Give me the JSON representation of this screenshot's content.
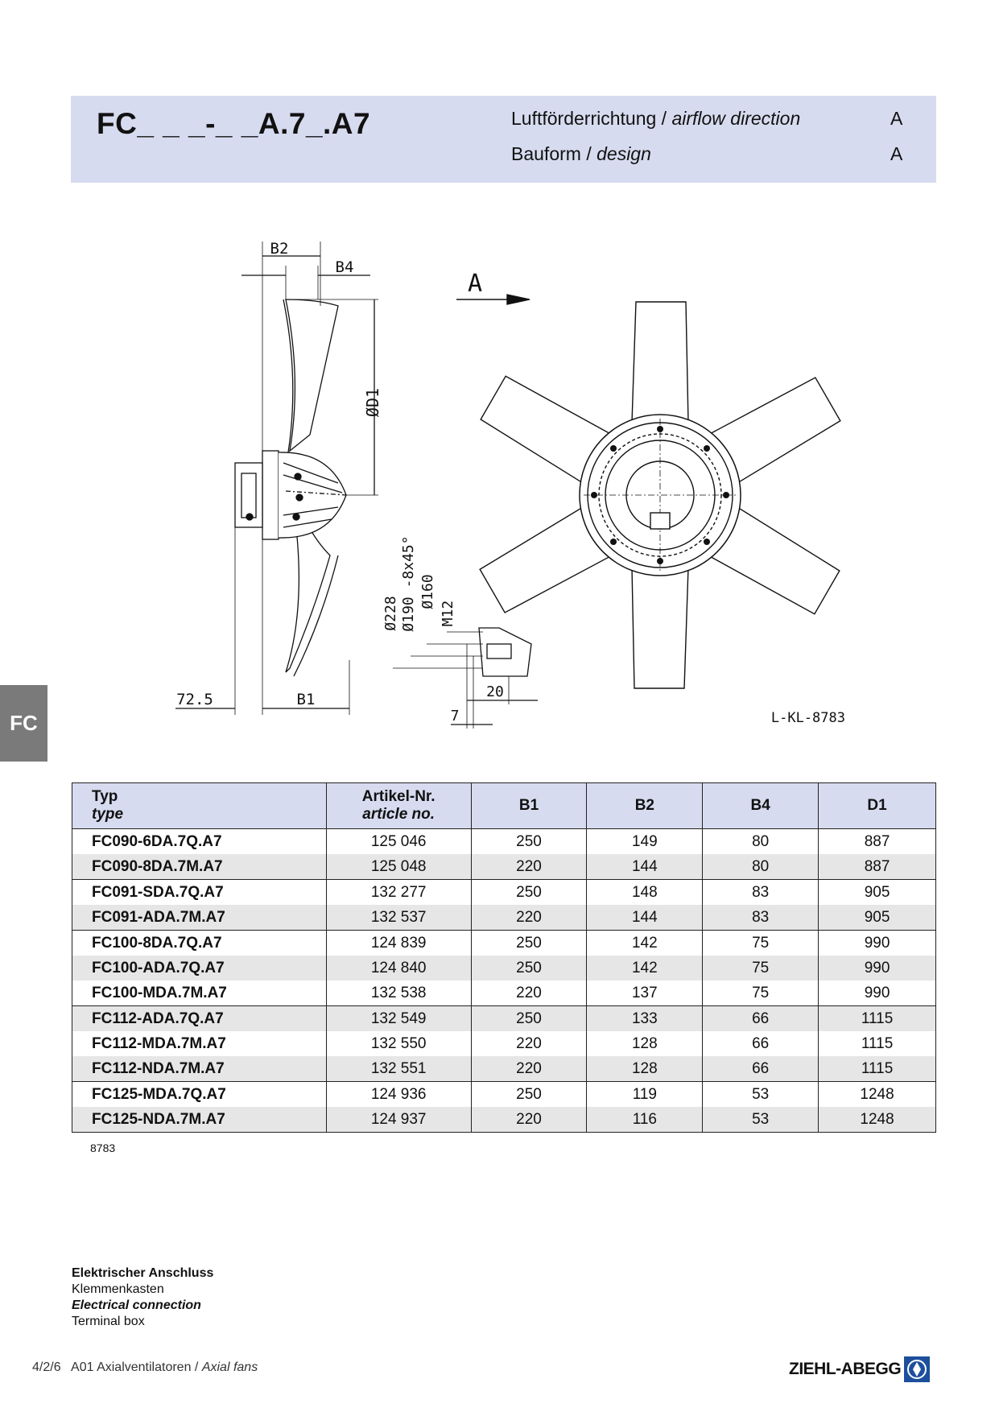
{
  "header": {
    "model_code": "FC_ _ _-_ _A.7_.A7",
    "airflow_label_de": "Luftförderrichtung /",
    "airflow_label_en": "airflow direction",
    "airflow_value": "A",
    "design_label_de": "Bauform /",
    "design_label_en": "design",
    "design_value": "A"
  },
  "side_tab": "FC",
  "drawing": {
    "labels": {
      "b2": "B2",
      "b4": "B4",
      "d1": "ØD1",
      "arrow": "A",
      "d228": "Ø228",
      "d190": "Ø190 -8x45°",
      "d160": "Ø160",
      "m12": "M12",
      "dim725": "72.5",
      "b1": "B1",
      "dim20": "20",
      "dim7": "7",
      "ref": "L-KL-8783"
    }
  },
  "table": {
    "headers": {
      "typ_de": "Typ",
      "typ_en": "type",
      "art_de": "Artikel-Nr.",
      "art_en": "article no.",
      "b1": "B1",
      "b2": "B2",
      "b4": "B4",
      "d1": "D1"
    },
    "rows": [
      {
        "type": "FC090-6DA.7Q.A7",
        "article": "125 046",
        "b1": "250",
        "b2": "149",
        "b4": "80",
        "d1": "887"
      },
      {
        "type": "FC090-8DA.7M.A7",
        "article": "125 048",
        "b1": "220",
        "b2": "144",
        "b4": "80",
        "d1": "887"
      },
      {
        "type": "FC091-SDA.7Q.A7",
        "article": "132 277",
        "b1": "250",
        "b2": "148",
        "b4": "83",
        "d1": "905"
      },
      {
        "type": "FC091-ADA.7M.A7",
        "article": "132 537",
        "b1": "220",
        "b2": "144",
        "b4": "83",
        "d1": "905"
      },
      {
        "type": "FC100-8DA.7Q.A7",
        "article": "124 839",
        "b1": "250",
        "b2": "142",
        "b4": "75",
        "d1": "990"
      },
      {
        "type": "FC100-ADA.7Q.A7",
        "article": "124 840",
        "b1": "250",
        "b2": "142",
        "b4": "75",
        "d1": "990"
      },
      {
        "type": "FC100-MDA.7M.A7",
        "article": "132 538",
        "b1": "220",
        "b2": "137",
        "b4": "75",
        "d1": "990"
      },
      {
        "type": "FC112-ADA.7Q.A7",
        "article": "132 549",
        "b1": "250",
        "b2": "133",
        "b4": "66",
        "d1": "1115"
      },
      {
        "type": "FC112-MDA.7M.A7",
        "article": "132 550",
        "b1": "220",
        "b2": "128",
        "b4": "66",
        "d1": "1115"
      },
      {
        "type": "FC112-NDA.7M.A7",
        "article": "132 551",
        "b1": "220",
        "b2": "128",
        "b4": "66",
        "d1": "1115"
      },
      {
        "type": "FC125-MDA.7Q.A7",
        "article": "124 936",
        "b1": "250",
        "b2": "119",
        "b4": "53",
        "d1": "1248"
      },
      {
        "type": "FC125-NDA.7M.A7",
        "article": "124 937",
        "b1": "220",
        "b2": "116",
        "b4": "53",
        "d1": "1248"
      }
    ],
    "note": "8783"
  },
  "electrical": {
    "line1": "Elektrischer Anschluss",
    "line2": "Klemmenkasten",
    "line3": "Electrical connection",
    "line4": "Terminal box"
  },
  "footer": {
    "page": "4/2/6",
    "section_de": "A01 Axialventilatoren /",
    "section_en": "Axial fans",
    "brand": "ZIEHL-ABEGG"
  }
}
